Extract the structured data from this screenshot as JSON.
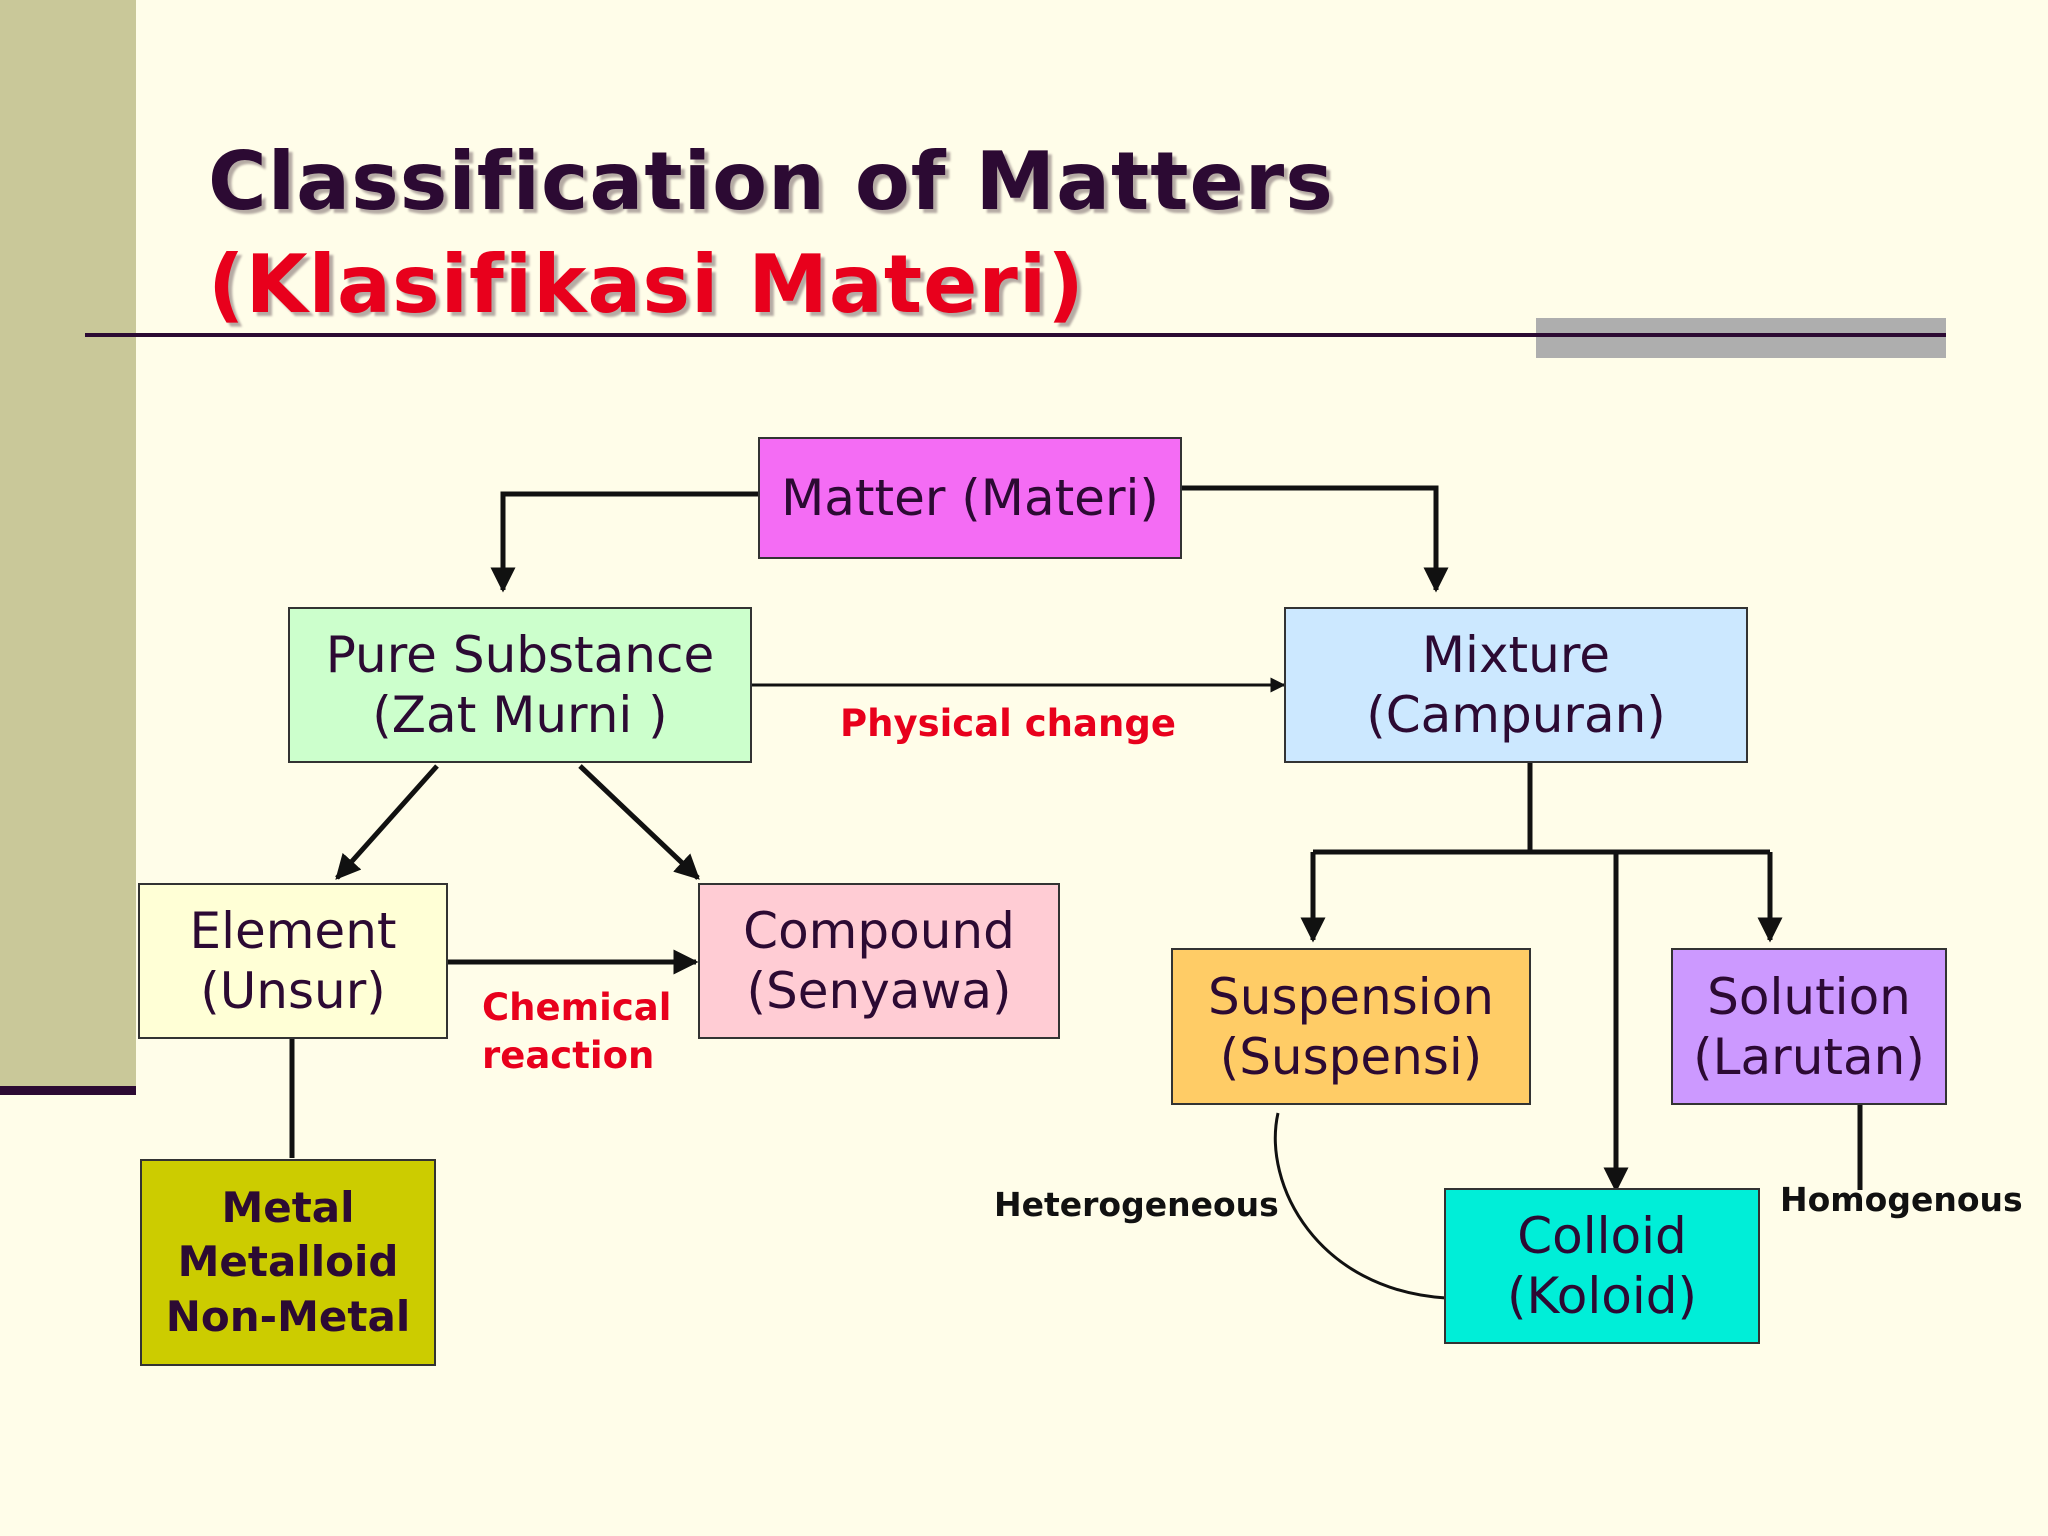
{
  "title": {
    "main": "Classification of Matters",
    "sub": "(Klasifikasi Materi)"
  },
  "colors": {
    "matter": "#F46CF4",
    "pure_substance": "#CCFFCC",
    "mixture": "#CCE8FF",
    "element": "#FFFFD6",
    "compound": "#FFCCD4",
    "metal_group": "#CCCC00",
    "suspension": "#FFCC66",
    "solution": "#CC99FF",
    "colloid": "#00EED8",
    "accent_red": "#E8001C",
    "dark": "#2C0A33"
  },
  "nodes": {
    "matter": {
      "line1": "Matter (Materi)"
    },
    "pure_substance": {
      "line1": "Pure Substance",
      "line2": "(Zat Murni )"
    },
    "mixture": {
      "line1": "Mixture",
      "line2": "(Campuran)"
    },
    "element": {
      "line1": "Element",
      "line2": "(Unsur)"
    },
    "compound": {
      "line1": "Compound",
      "line2": "(Senyawa)"
    },
    "metal_group": {
      "line1": "Metal",
      "line2": "Metalloid",
      "line3": "Non-Metal"
    },
    "suspension": {
      "line1": "Suspension",
      "line2": "(Suspensi)"
    },
    "solution": {
      "line1": "Solution",
      "line2": "(Larutan)"
    },
    "colloid": {
      "line1": "Colloid",
      "line2": "(Koloid)"
    }
  },
  "edge_labels": {
    "physical_change": "Physical change",
    "chemical_line1": "Chemical",
    "chemical_line2": "reaction",
    "heterogeneous": "Heterogeneous",
    "homogenous": "Homogenous"
  }
}
